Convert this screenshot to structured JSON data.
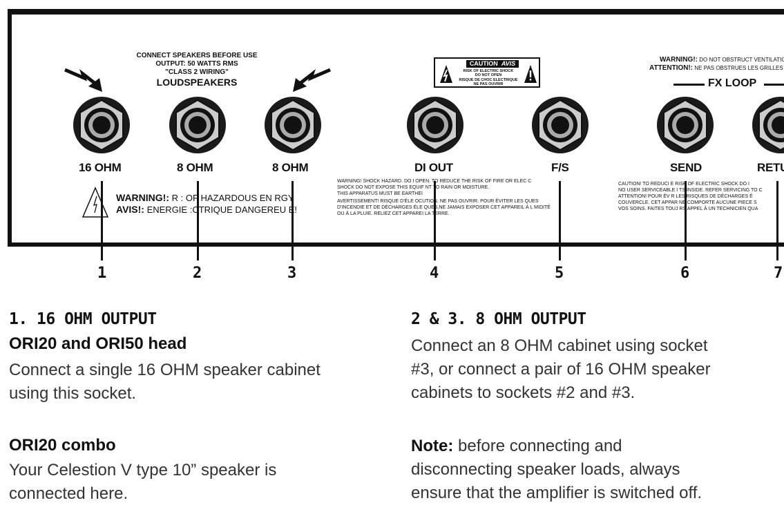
{
  "panel": {
    "speaker_header": {
      "line1": "CONNECT SPEAKERS BEFORE USE",
      "line2": "OUTPUT: 50 WATTS RMS",
      "line3": "\"CLASS 2 WIRING\"",
      "line4": "LOUDSPEAKERS"
    },
    "jacks": [
      {
        "label": "16 OHM",
        "number": "1"
      },
      {
        "label": "8 OHM",
        "number": "2"
      },
      {
        "label": "8 OHM",
        "number": "3"
      },
      {
        "label": "DI OUT",
        "number": "4"
      },
      {
        "label": "F/S",
        "number": "5"
      },
      {
        "label": "SEND",
        "number": "6"
      },
      {
        "label": "RETU",
        "number": "7"
      }
    ],
    "caution_box": {
      "title": "CAUTION",
      "title2": "AVIS",
      "line1": "RISK OF ELECTRIC SHOCK",
      "line2": "DO NOT OPEN",
      "line3": "RISQUE DE CHOC ELECTRIQUE",
      "line4": "NE PAS OUVRIR"
    },
    "top_right_warning": {
      "line1_bold": "WARNING!:",
      "line1_rest": " DO NOT OBSTRUCT VENTILATION",
      "line2_bold": "ATTENTION!:",
      "line2_rest": " NE PAS OBSTRUES LES GRILLES DE V"
    },
    "fx_loop_label": "FX LOOP",
    "hazard_warning": {
      "line1_bold": "WARNING!:",
      "line1_rest": " R  : OF HAZARDOUS EN  RGY",
      "line2_bold": "AVIS!:",
      "line2_rest": " ENERGIE  :CTRIQUE DANGEREU  E!"
    },
    "di_warning": {
      "l1": "WARNING! SHOCK HAZARD. DO I   OPEN. TO REDUCE THE RISK OF FIRE OR ELEC   C",
      "l2": "SHOCK DO NOT EXPOSE THIS EQUIF   NT TO RAIN OR MOISTURE.",
      "l3": "THIS APPARATUS MUST BE EARTHEI",
      "l4": "AVERTISSEMENT! RISQUE D'ÉLE   OCUTION. NE PAS OUVRIR. POUR ÉVITER LES   QUES",
      "l5": "D'INCENDIE ET DE DÉCHARGES ÉLE   QUES,NE JAMAIS EXPOSER CET APPAREIL À L   MIDITÉ",
      "l6": "OU À LA PLUIE. RELIEZ CET APPAREI   LA TERRE."
    },
    "send_warning": {
      "l1": "CAUTION! TO REDUCI   E RISK OF ELECTRIC SHOCK DO I",
      "l2": "NO USER SERVICEABLE I   TS INSIDE. REFER SERVICING TO C",
      "l3": "ATTENTION! POUR ÉV   R LES RISQUES DE DÉCHARGES É",
      "l4": "COUVERCLE. CET APPAR   NE COMPORTE AUCUNE PIECE S",
      "l5": "VOS SOINS. FAITES TOUJ   RS APPEL À UN TECHNICIEN QUA"
    }
  },
  "left_column": {
    "heading": "1. 16 OHM OUTPUT",
    "sub1": "ORI20 and ORI50 head",
    "text1_l1": "Connect a single 16 OHM speaker cabinet",
    "text1_l2": "using this socket.",
    "sub2": "ORI20 combo",
    "text2_l1": "Your Celestion V type 10” speaker is",
    "text2_l2": "connected here."
  },
  "right_column": {
    "heading": "2 & 3. 8 OHM OUTPUT",
    "text1_l1": "Connect an 8 OHM cabinet using socket",
    "text1_l2": "#3, or connect a pair of 16 OHM speaker",
    "text1_l3": "cabinets to sockets #2 and #3.",
    "note_bold": "Note:",
    "note_l1_rest": " before connecting and",
    "note_l2": "disconnecting speaker loads, always",
    "note_l3": "ensure that the amplifier is switched off."
  }
}
